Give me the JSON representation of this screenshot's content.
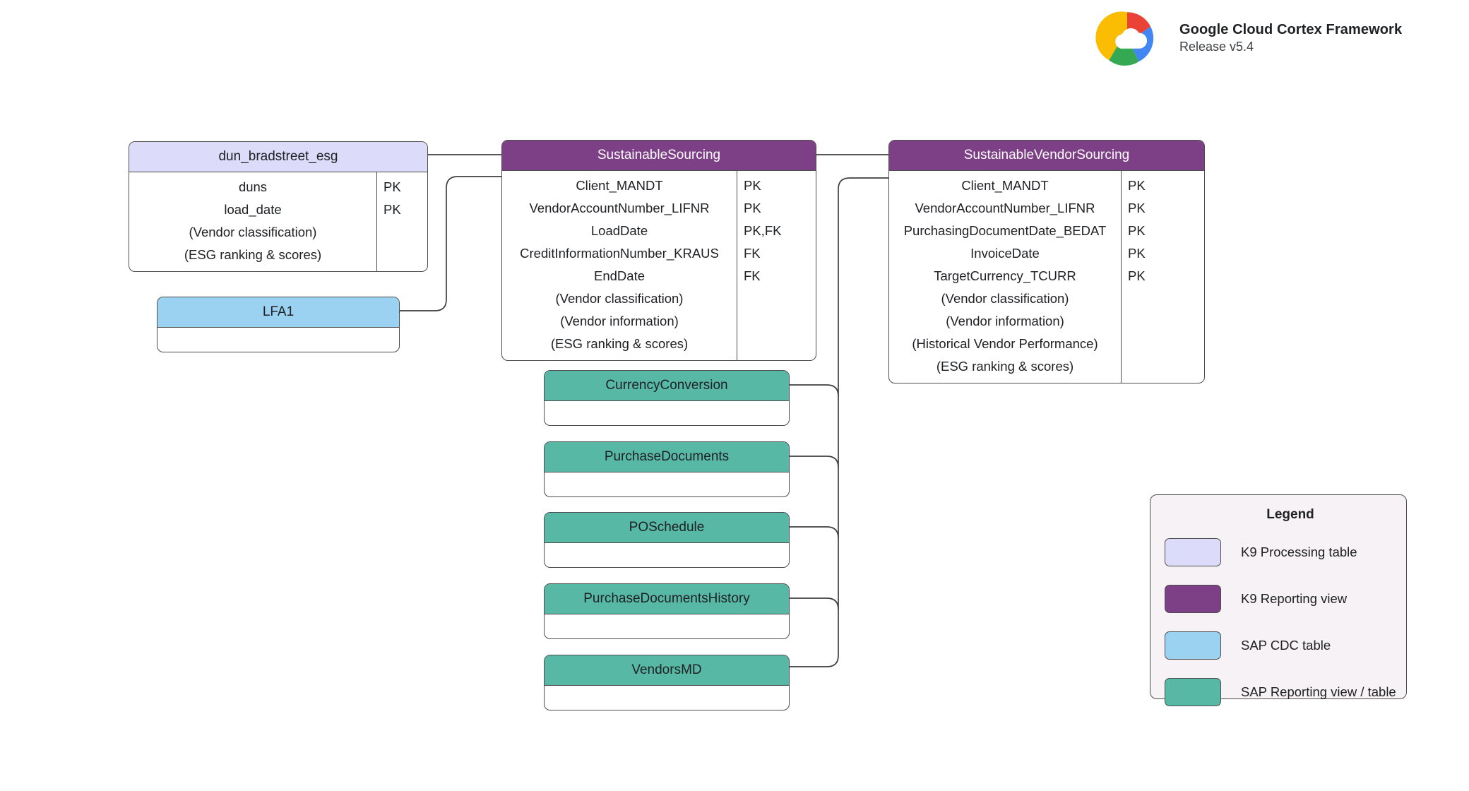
{
  "brand": {
    "logo_icon": "google-cloud-logo",
    "title": "Google Cloud Cortex Framework",
    "release": "Release v5.4"
  },
  "colors": {
    "k9_processing_table": "#dcdcfa",
    "k9_reporting_view": "#7d3f85",
    "sap_cdc_table": "#9bd2f2",
    "sap_reporting_view": "#57b8a6",
    "border": "#4d4d4d",
    "legend_background": "#f7f2f5",
    "connector": "#3f3f3f"
  },
  "entities": [
    {
      "id": "dun-bradstreet-esg",
      "name": "dun_bradstreet_esg",
      "kind": "k9-processing-table",
      "fields": [
        {
          "name": "duns",
          "key": "PK"
        },
        {
          "name": "load_date",
          "key": "PK"
        },
        {
          "name": "(Vendor classification)",
          "key": ""
        },
        {
          "name": "(ESG ranking & scores)",
          "key": ""
        }
      ]
    },
    {
      "id": "sustainable-sourcing",
      "name": "SustainableSourcing",
      "kind": "k9-reporting-view",
      "fields": [
        {
          "name": "Client_MANDT",
          "key": "PK"
        },
        {
          "name": "VendorAccountNumber_LIFNR",
          "key": "PK"
        },
        {
          "name": "LoadDate",
          "key": "PK,FK"
        },
        {
          "name": "CreditInformationNumber_KRAUS",
          "key": "FK"
        },
        {
          "name": "EndDate",
          "key": "FK"
        },
        {
          "name": "(Vendor classification)",
          "key": ""
        },
        {
          "name": "(Vendor information)",
          "key": ""
        },
        {
          "name": "(ESG ranking & scores)",
          "key": ""
        }
      ]
    },
    {
      "id": "sustainable-vendor-sourcing",
      "name": "SustainableVendorSourcing",
      "kind": "k9-reporting-view",
      "fields": [
        {
          "name": "Client_MANDT",
          "key": "PK"
        },
        {
          "name": "VendorAccountNumber_LIFNR",
          "key": "PK"
        },
        {
          "name": "PurchasingDocumentDate_BEDAT",
          "key": "PK"
        },
        {
          "name": "InvoiceDate",
          "key": "PK"
        },
        {
          "name": "TargetCurrency_TCURR",
          "key": "PK"
        },
        {
          "name": "(Vendor classification)",
          "key": ""
        },
        {
          "name": "(Vendor information)",
          "key": ""
        },
        {
          "name": "(Historical Vendor Performance)",
          "key": ""
        },
        {
          "name": "(ESG ranking & scores)",
          "key": ""
        }
      ]
    },
    {
      "id": "lfa1",
      "name": "LFA1",
      "kind": "sap-cdc-table",
      "fields": []
    },
    {
      "id": "currency-conversion",
      "name": "CurrencyConversion",
      "kind": "sap-reporting-view",
      "fields": []
    },
    {
      "id": "purchase-documents",
      "name": "PurchaseDocuments",
      "kind": "sap-reporting-view",
      "fields": []
    },
    {
      "id": "po-schedule",
      "name": "POSchedule",
      "kind": "sap-reporting-view",
      "fields": []
    },
    {
      "id": "purchase-documents-history",
      "name": "PurchaseDocumentsHistory",
      "kind": "sap-reporting-view",
      "fields": []
    },
    {
      "id": "vendors-md",
      "name": "VendorsMD",
      "kind": "sap-reporting-view",
      "fields": []
    }
  ],
  "relationships": [
    {
      "from": "dun_bradstreet_esg",
      "to": "SustainableSourcing"
    },
    {
      "from": "LFA1",
      "to": "SustainableSourcing"
    },
    {
      "from": "SustainableSourcing",
      "to": "SustainableVendorSourcing"
    },
    {
      "from": "CurrencyConversion",
      "to": "SustainableVendorSourcing"
    },
    {
      "from": "PurchaseDocuments",
      "to": "SustainableVendorSourcing"
    },
    {
      "from": "POSchedule",
      "to": "SustainableVendorSourcing"
    },
    {
      "from": "PurchaseDocumentsHistory",
      "to": "SustainableVendorSourcing"
    },
    {
      "from": "VendorsMD",
      "to": "SustainableVendorSourcing"
    }
  ],
  "legend": {
    "title": "Legend",
    "items": [
      {
        "label": "K9 Processing table",
        "color": "#dcdcfa"
      },
      {
        "label": "K9 Reporting view",
        "color": "#7d3f85"
      },
      {
        "label": "SAP CDC table",
        "color": "#9bd2f2"
      },
      {
        "label": "SAP Reporting view / table",
        "color": "#57b8a6"
      }
    ]
  }
}
